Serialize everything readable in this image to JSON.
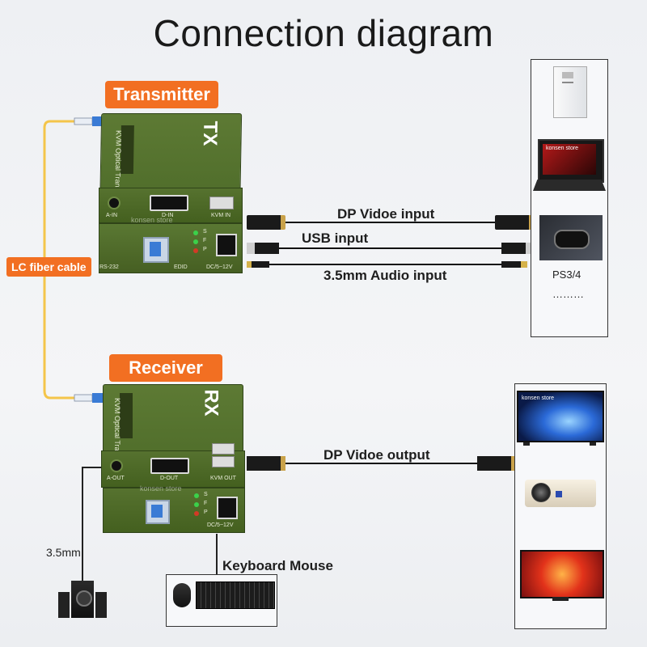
{
  "title": "Connection diagram",
  "transmitter": {
    "tag": "Transmitter",
    "face": "TX",
    "product_name": "KVM Optical Transceiver",
    "ports": {
      "audio": "A-IN",
      "dp": "D-IN",
      "usb": "KVM IN",
      "rs": "RS-232",
      "edid": "EDID",
      "dc": "DC/5~12V"
    },
    "leds": [
      "S",
      "F",
      "P"
    ],
    "watermark": "konsen store"
  },
  "receiver": {
    "tag": "Receiver",
    "face": "RX",
    "product_name": "KVM Optical Transceiver",
    "ports": {
      "audio": "A-OUT",
      "dp": "D-OUT",
      "usb": "KVM OUT",
      "dc": "DC/5~12V"
    },
    "leds": [
      "S",
      "F",
      "P"
    ],
    "watermark": "konsen store"
  },
  "fiber_label": "LC fiber cable",
  "connections": {
    "dp_input": "DP Vidoe input",
    "usb_input": "USB input",
    "audio_input": "3.5mm Audio input",
    "dp_output": "DP Vidoe output",
    "audio_out": "3.5mm",
    "keyboard": "Keyboard Mouse"
  },
  "sources": {
    "items": [
      "PC tower",
      "Laptop",
      "PS3/4 console"
    ],
    "ps_label": "PS3/4",
    "ellipsis": "………",
    "laptop_watermark": "konsen store"
  },
  "displays": {
    "items": [
      "TV",
      "Projector",
      "Monitor"
    ],
    "tv_watermark": "konsen store"
  },
  "colors": {
    "accent_orange": "#f26f22",
    "unit_green": "#4f6c2a",
    "fiber_yellow": "#f4c54a",
    "fiber_blue": "#3a7bd5"
  }
}
